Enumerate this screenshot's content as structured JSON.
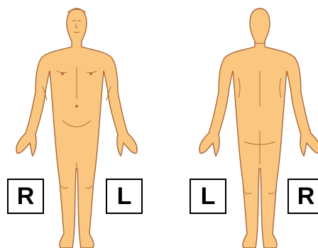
{
  "labels": {
    "front_right": "R",
    "front_left": "L",
    "back_left": "L",
    "back_right": "R"
  },
  "colors": {
    "skin": "#fbc67f",
    "outline": "#a8683a",
    "detail": "#b0703f",
    "box_border": "#000000",
    "background": "#ffffff"
  }
}
